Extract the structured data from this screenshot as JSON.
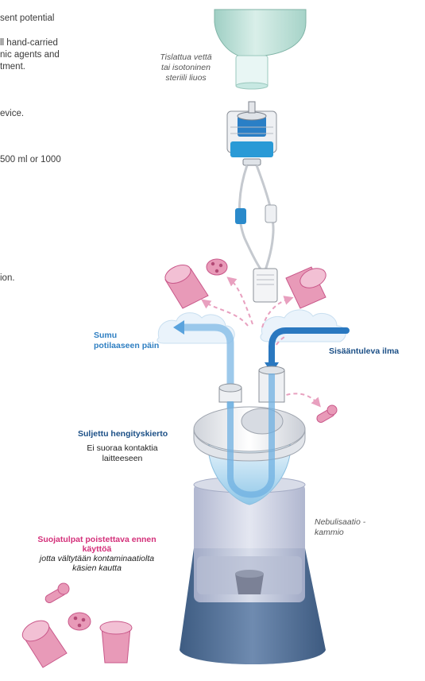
{
  "side_text": {
    "line1": "sent   potential",
    "line2": "ll  hand-carried",
    "line3": "nic agents and",
    "line4": "tment.",
    "line5": "evice.",
    "line6": "500 ml or 1000",
    "line7": "ion."
  },
  "labels": {
    "water_1": "Tislattua vettä",
    "water_2": "tai isotoninen",
    "water_3": "steriili liuos",
    "mist_1": "Sumu",
    "mist_2": "potilaaseen päin",
    "inlet": "Sisääntuleva ilma",
    "closed_title": "Suljettu hengityskierto",
    "closed_1": "Ei suoraa kontaktia",
    "closed_2": "laitteeseen",
    "chamber_1": "Nebulisaatio -",
    "chamber_2": "kammio",
    "caps_title_1": "Suojatulpat poistettava ennen",
    "caps_title_2": "käyttöä",
    "caps_1": "jotta vältytään kontaminaatiolta",
    "caps_2": "käsien kautta"
  },
  "colors": {
    "flow_blue": "#5aa3dd",
    "inlet_blue": "#2a78c0",
    "cap_pink": "#e89ab8",
    "cap_pink_dark": "#c9588a",
    "bottle": "#bfe0d8",
    "base_dark": "#4f6f94",
    "chamber": "#c8cde0",
    "connector_blue": "#2a9ad6"
  }
}
